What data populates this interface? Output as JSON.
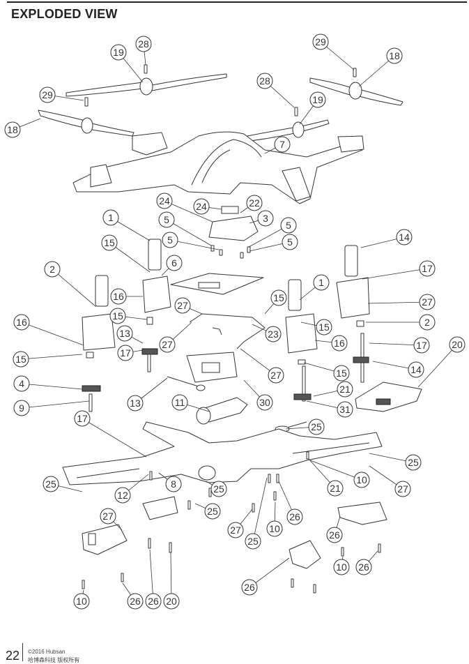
{
  "header": {
    "title": "EXPLODED VIEW"
  },
  "footer": {
    "page_number": "22",
    "copyright": "©2016  Hubsan",
    "company": "哈博森科技   版权所有"
  },
  "callouts": [
    "19",
    "28",
    "29",
    "18",
    "28",
    "29",
    "18",
    "19",
    "7",
    "24",
    "24",
    "22",
    "3",
    "5",
    "5",
    "5",
    "5",
    "1",
    "15",
    "6",
    "2",
    "16",
    "15",
    "13",
    "17",
    "27",
    "27",
    "23",
    "27",
    "1",
    "15",
    "16",
    "15",
    "14",
    "17",
    "27",
    "2",
    "16",
    "15",
    "15",
    "17",
    "14",
    "21",
    "31",
    "4",
    "9",
    "17",
    "13",
    "11",
    "30",
    "20",
    "25",
    "25",
    "12",
    "8",
    "25",
    "25",
    "21",
    "10",
    "27",
    "27",
    "25",
    "27",
    "25",
    "10",
    "26",
    "26",
    "10",
    "26",
    "26",
    "10",
    "26",
    "26",
    "20"
  ]
}
